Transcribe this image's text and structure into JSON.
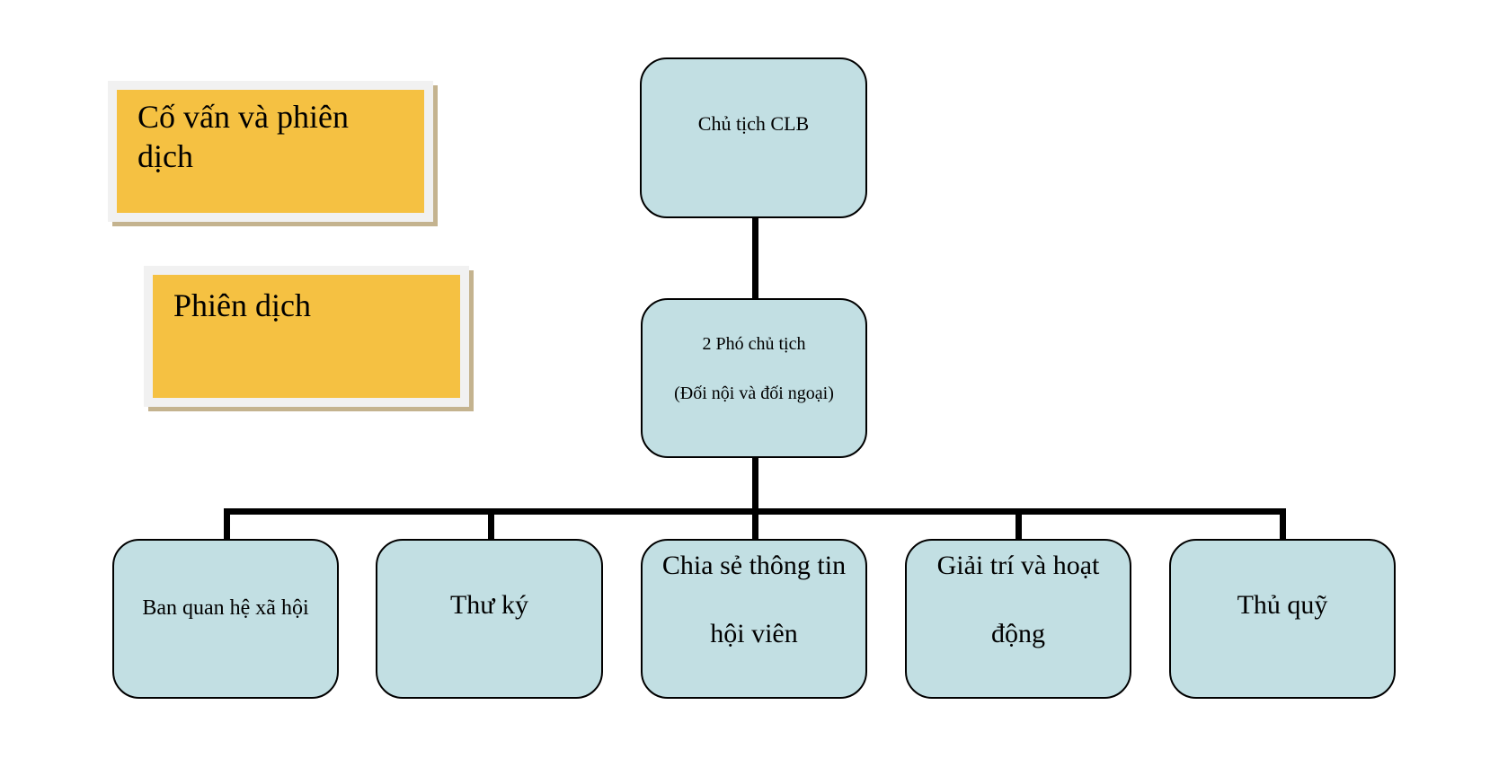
{
  "notes": [
    {
      "label": "Cố vấn và phiên dịch",
      "lines": [
        "Cố vấn và phiên",
        "dịch"
      ]
    },
    {
      "label": "Phiên dịch",
      "lines": [
        "Phiên dịch"
      ]
    }
  ],
  "org_chart": {
    "root": {
      "label": "Chủ tịch CLB"
    },
    "vice": {
      "lines": [
        "2 Phó chủ tịch",
        "(Đối nội và đối ngoại)"
      ]
    },
    "departments": [
      {
        "lines": [
          "Ban quan hệ xã hội"
        ]
      },
      {
        "lines": [
          "Thư ký"
        ]
      },
      {
        "lines": [
          "Chia sẻ thông tin",
          "hội viên"
        ]
      },
      {
        "lines": [
          "Giải trí và hoạt",
          "động"
        ]
      },
      {
        "lines": [
          "Thủ quỹ"
        ]
      }
    ]
  },
  "colors": {
    "node_fill": "#c2dfe3",
    "note_fill": "#f5c142",
    "note_frame": "#f1f1f1",
    "note_shadow": "#c4b38f",
    "connector": "#000000"
  }
}
